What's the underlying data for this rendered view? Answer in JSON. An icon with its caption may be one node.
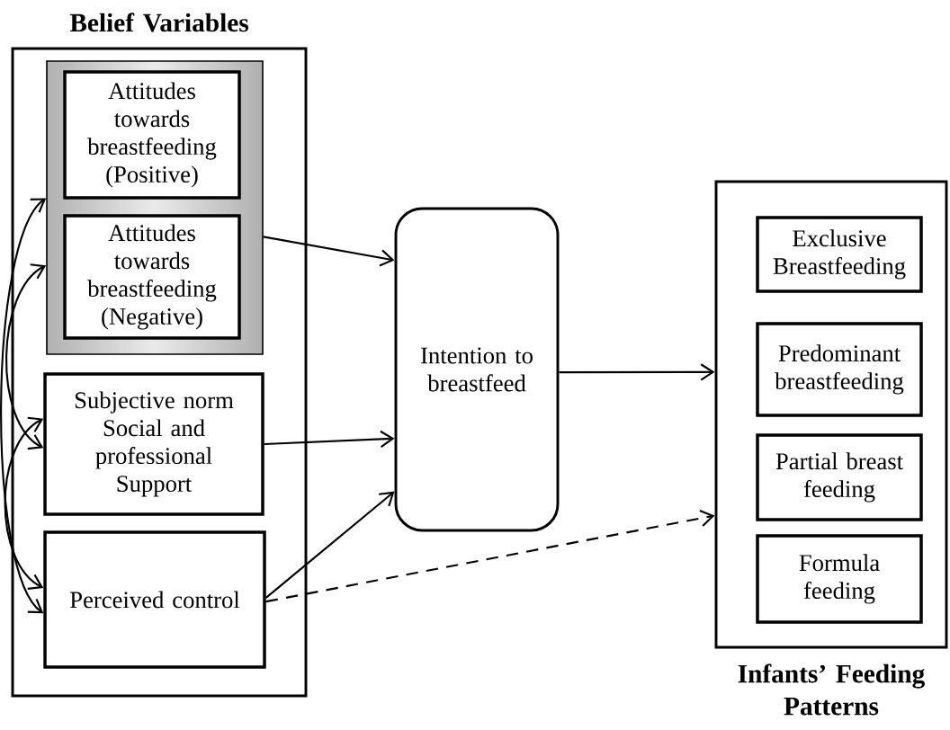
{
  "diagram": {
    "nodes": [
      {
        "text": [
          "Belief Variables"
        ]
      },
      {
        "text": [],
        "shape": "box",
        "in": 0
      },
      {
        "text": [
          "Attitudes towards breastfeeding (Positive)"
        ],
        "in": 1
      },
      {
        "text": [
          "Attitudes towards breastfeeding (Negative)"
        ],
        "in": 1
      },
      {
        "text": [
          "Subjective norm",
          "Social and professional Support"
        ],
        "in": 0
      },
      {
        "text": [
          "Perceived control"
        ],
        "in": 0
      },
      {
        "text": [
          "Intention to breastfeed"
        ]
      },
      {
        "text": [
          "Infants’ Feeding Patterns"
        ]
      },
      {
        "text": [
          "Exclusive Breastfeeding"
        ],
        "in": 7
      },
      {
        "text": [
          "Predominant breastfeeding"
        ],
        "in": 7
      },
      {
        "text": [
          "Partial breast feeding"
        ],
        "in": 7
      },
      {
        "text": [
          "Formula feeding"
        ],
        "in": 7
      }
    ],
    "edges": [
      {
        "from": 1,
        "to": 6,
        "arrow": "to"
      },
      {
        "from": 4,
        "to": 6,
        "arrow": "to"
      },
      {
        "from": 5,
        "to": 6,
        "arrow": "to"
      },
      {
        "from": 6,
        "to": 7,
        "arrow": "to"
      },
      {
        "from": 5,
        "to": 7,
        "arrow": "to",
        "style": "dashed"
      },
      {
        "from": 1,
        "to": 5,
        "arrow": "both"
      },
      {
        "from": 1,
        "to": 4,
        "arrow": "both"
      },
      {
        "from": 4,
        "to": 5,
        "arrow": "both"
      }
    ]
  }
}
